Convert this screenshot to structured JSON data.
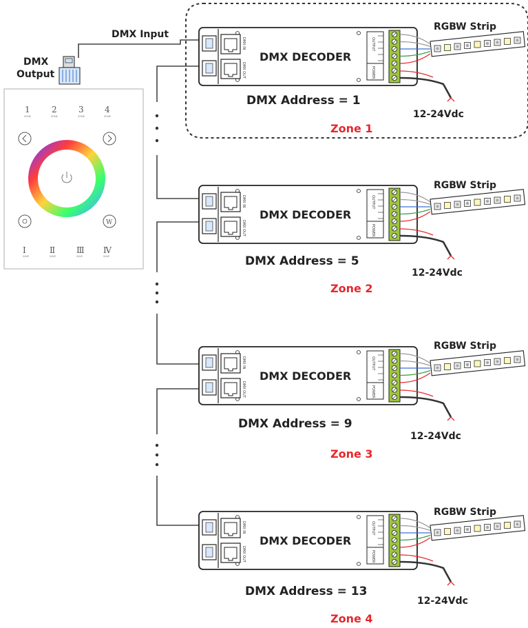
{
  "inputs": {
    "dmx_input_label": "DMX Input",
    "dmx_output_label_line1": "DMX",
    "dmx_output_label_line2": "Output"
  },
  "panel": {
    "zone_numbers": [
      "1",
      "2",
      "3",
      "4"
    ],
    "zone_small": [
      "ZONE",
      "ZONE",
      "ZONE",
      "ZONE"
    ],
    "scene_numerals": [
      "Ⅰ",
      "Ⅱ",
      "Ⅲ",
      "Ⅳ"
    ],
    "scene_small": [
      "SAVE",
      "SAVE",
      "SAVE",
      "SAVE"
    ],
    "w_button": "W",
    "power_icon": "power-icon",
    "left_icon": "chevron-left-icon",
    "right_icon": "chevron-right-icon",
    "mode_icon": "mode-icon"
  },
  "units": [
    {
      "decoder_label": "DMX DECODER",
      "dmx_in": "DMX IN",
      "dmx_out": "DMX OUT",
      "output": "OUTPUT",
      "power": "POWER",
      "address": "DMX Address = 1",
      "zone": "Zone 1",
      "strip": "RGBW Strip",
      "voltage": "12-24Vdc"
    },
    {
      "decoder_label": "DMX DECODER",
      "dmx_in": "DMX IN",
      "dmx_out": "DMX OUT",
      "output": "OUTPUT",
      "power": "POWER",
      "address": "DMX Address = 5",
      "zone": "Zone 2",
      "strip": "RGBW Strip",
      "voltage": "12-24Vdc"
    },
    {
      "decoder_label": "DMX DECODER",
      "dmx_in": "DMX IN",
      "dmx_out": "DMX OUT",
      "output": "OUTPUT",
      "power": "POWER",
      "address": "DMX Address = 9",
      "zone": "Zone 3",
      "strip": "RGBW Strip",
      "voltage": "12-24Vdc"
    },
    {
      "decoder_label": "DMX DECODER",
      "dmx_in": "DMX IN",
      "dmx_out": "DMX OUT",
      "output": "OUTPUT",
      "power": "POWER",
      "address": "DMX Address = 13",
      "zone": "Zone 4",
      "strip": "RGBW Strip",
      "voltage": "12-24Vdc"
    }
  ],
  "colors": {
    "zone_text": "#e8262b",
    "terminal_green": "#9cc63b",
    "wire_red": "#e8262b",
    "wire_green": "#3aa14a",
    "wire_blue": "#3a6fd6",
    "wire_black": "#222222",
    "wire_gray": "#999999"
  }
}
